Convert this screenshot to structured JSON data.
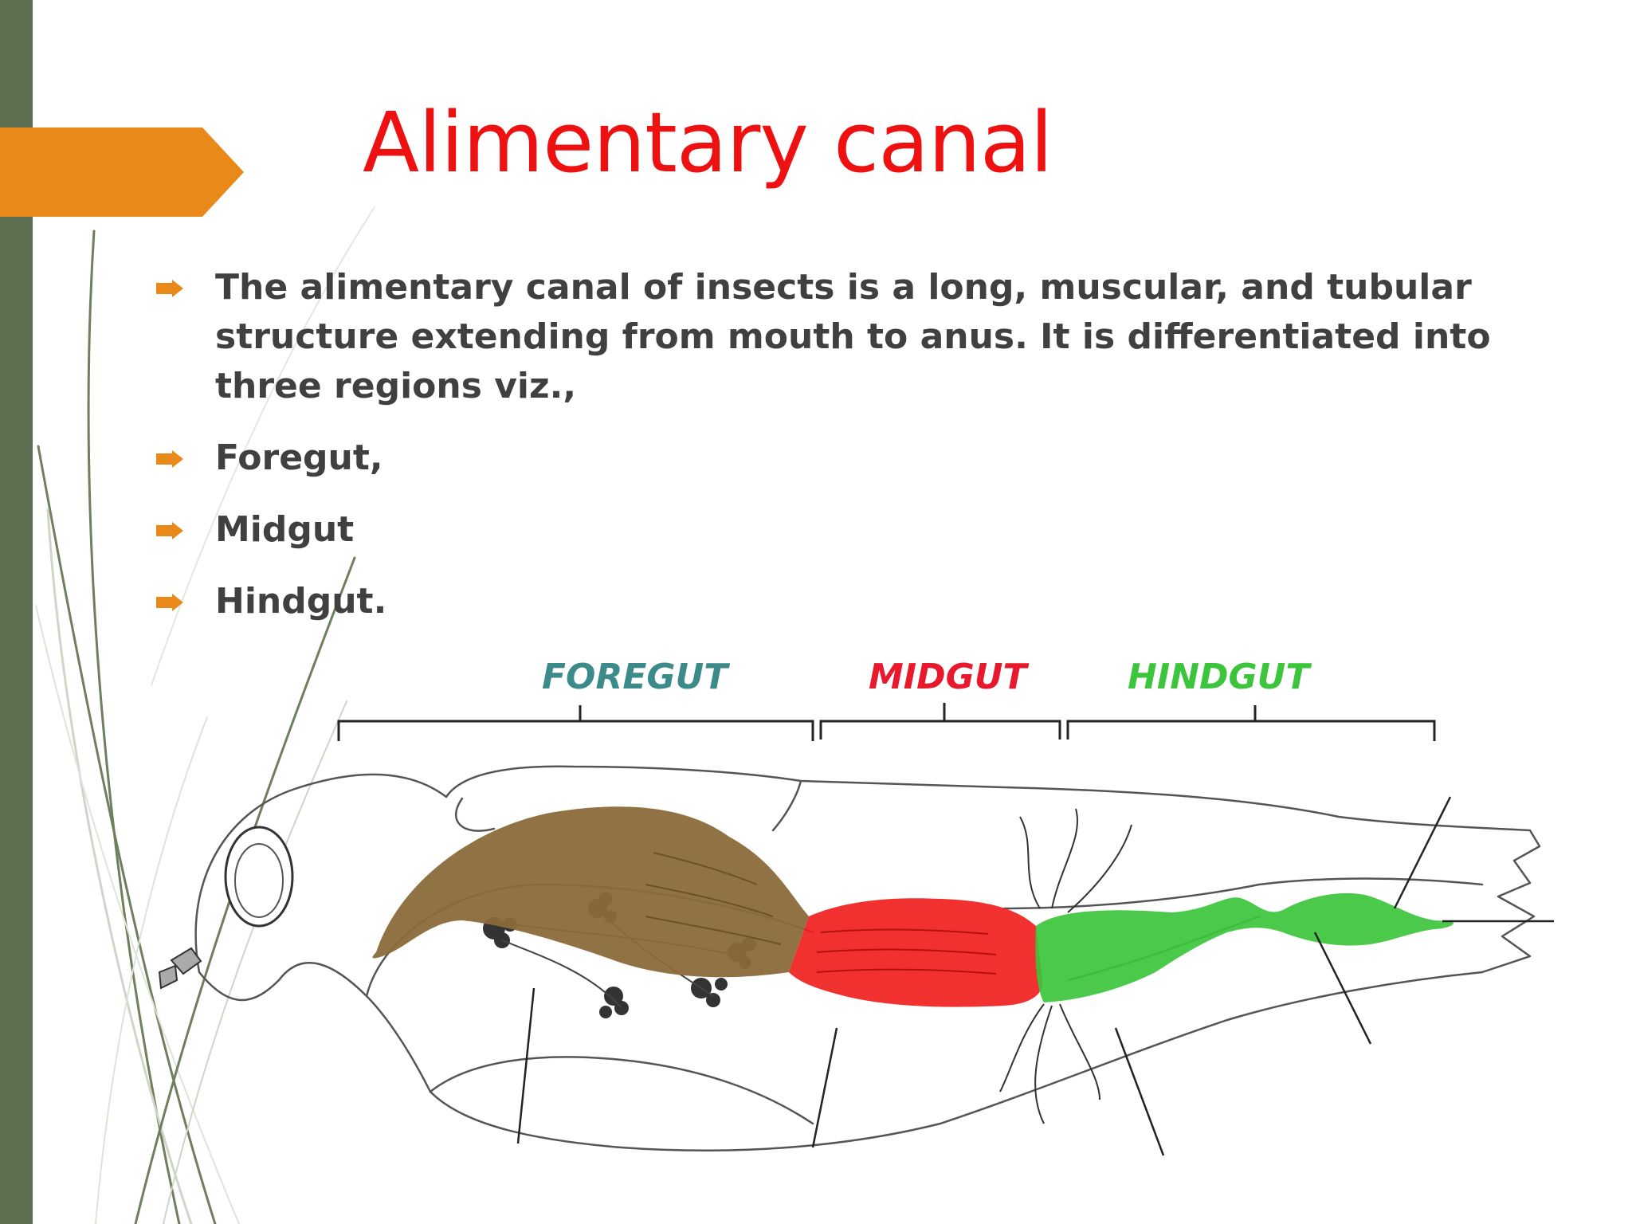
{
  "slide": {
    "title": "Alimentary canal",
    "bullets": [
      "The alimentary canal of insects is a long, muscular, and tubular structure extending from mouth to anus. It is differentiated into three regions viz.,",
      "Foregut,",
      "Midgut",
      "Hindgut."
    ],
    "colors": {
      "title": "#ee1111",
      "accent_bar": "#5f7052",
      "arrow": "#e8891a",
      "body_text": "#404040"
    }
  },
  "diagram": {
    "labels": {
      "foregut": "FOREGUT",
      "midgut": "MIDGUT",
      "hindgut": "HINDGUT"
    },
    "colors": {
      "foregut_label": "#3d8a8a",
      "midgut_label": "#e8192c",
      "hindgut_label": "#3cc43c",
      "foregut_fill": "#8b6a3a",
      "midgut_fill": "#f01e1e",
      "hindgut_fill": "#3cc43c"
    }
  }
}
